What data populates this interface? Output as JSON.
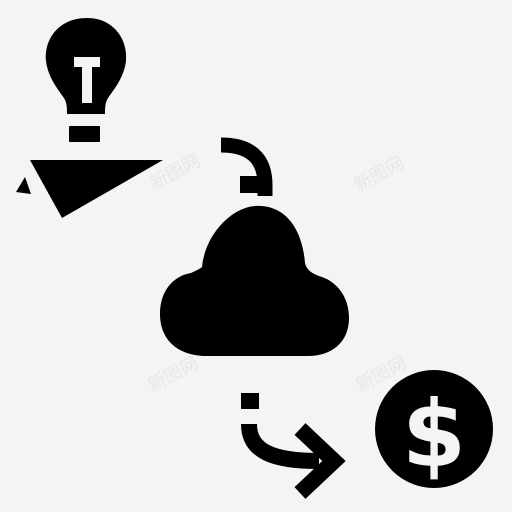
{
  "icon": {
    "name": "idea-to-cloud-to-money-icon",
    "fill_color": "#000000",
    "background_color": "#f4f4f4",
    "money_symbol": "$"
  },
  "watermarks": [
    "新图网",
    "新图网",
    "新图网",
    "新图网"
  ]
}
